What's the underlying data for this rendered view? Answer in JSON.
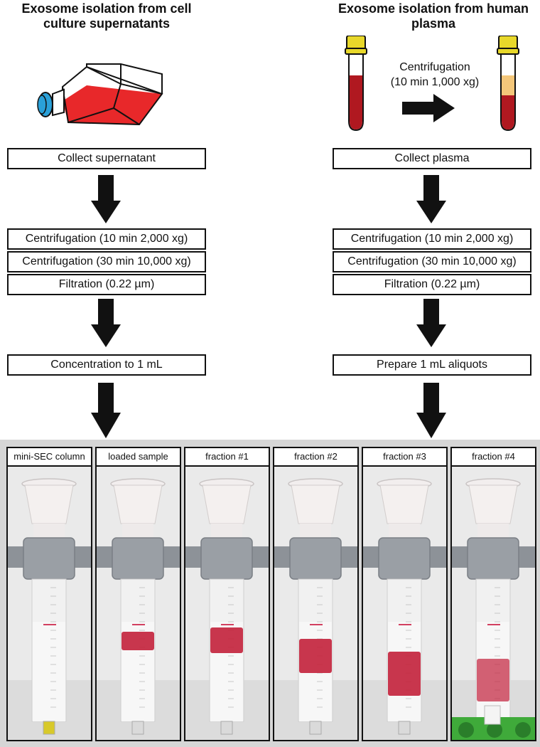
{
  "left": {
    "title": "Exosome isolation from cell culture supernatants",
    "title_line1": "Exosome isolation from cell",
    "title_line2": "culture supernatants",
    "steps": [
      "Collect supernatant",
      "Centrifugation (10 min 2,000 xg)",
      "Centrifugation (30 min 10,000 xg)",
      "Filtration (0.22 µm)",
      "Concentration to 1 mL"
    ]
  },
  "right": {
    "title": "Exosome isolation from human plasma",
    "title_line1": "Exosome isolation from human",
    "title_line2": "plasma",
    "centrifugation_line1": "Centrifugation",
    "centrifugation_line2": "(10 min 1,000 xg)",
    "steps": [
      "Collect plasma",
      "Centrifugation (10 min 2,000 xg)",
      "Centrifugation (30 min 10,000 xg)",
      "Filtration (0.22 µm)",
      "Prepare 1 mL aliquots"
    ]
  },
  "panels": [
    {
      "label": "mini-SEC column",
      "band": null
    },
    {
      "label": "loaded sample",
      "band": "top-sharp"
    },
    {
      "label": "fraction #1",
      "band": "top"
    },
    {
      "label": "fraction #2",
      "band": "middle"
    },
    {
      "label": "fraction #3",
      "band": "lower"
    },
    {
      "label": "fraction #4",
      "band": "low-diffuse"
    }
  ],
  "colors": {
    "blood": "#b01820",
    "plasma": "#f4c77a",
    "cap": "#e8d82a",
    "flask_fill": "#e8282a",
    "flask_cap": "#2aa0d8",
    "panel_bg": "#d6d6d6",
    "sample_band": "#c2203a"
  }
}
